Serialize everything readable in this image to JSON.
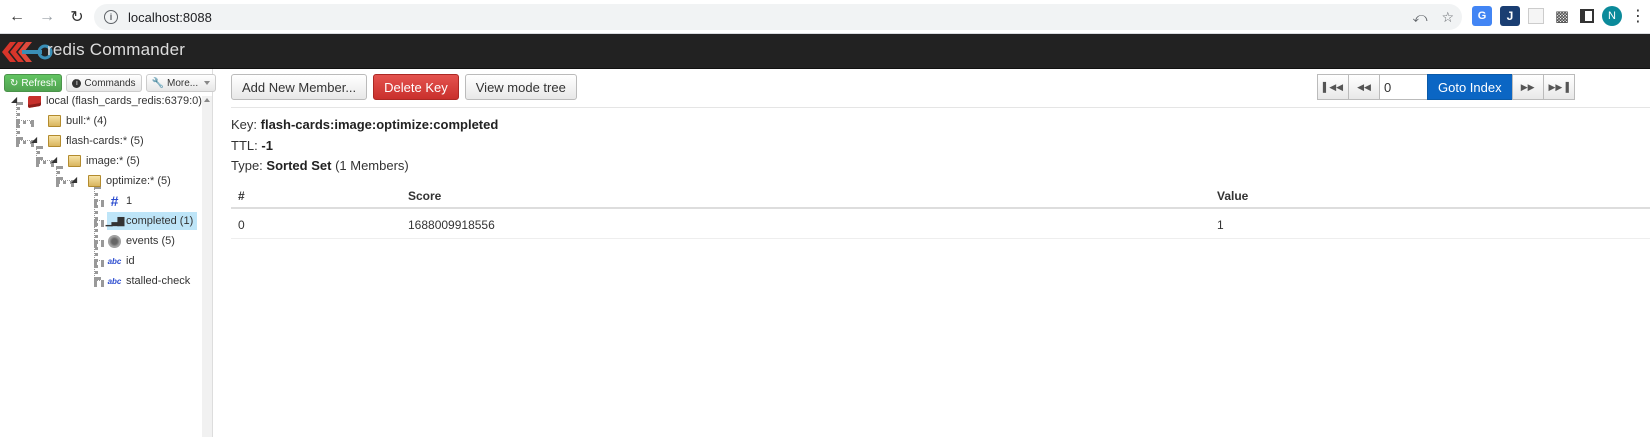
{
  "browser": {
    "url": "localhost:8088",
    "avatar_letter": "N"
  },
  "app": {
    "title": "redis Commander"
  },
  "sidebar": {
    "toolbar": {
      "refresh": "Refresh",
      "commands": "Commands",
      "more": "More..."
    },
    "tree": [
      {
        "label": "local (flash_cards_redis:6379:0)",
        "icon": "redis-db-icon",
        "level": 0
      },
      {
        "label": "bull:* (4)",
        "icon": "folder-icon",
        "level": 1
      },
      {
        "label": "flash-cards:* (5)",
        "icon": "folder-icon",
        "level": 1
      },
      {
        "label": "image:* (5)",
        "icon": "folder-icon",
        "level": 2
      },
      {
        "label": "optimize:* (5)",
        "icon": "folder-icon",
        "level": 3
      },
      {
        "label": "1",
        "icon": "hash-icon",
        "level": 4
      },
      {
        "label": "completed (1)",
        "icon": "zset-icon",
        "level": 4,
        "selected": true
      },
      {
        "label": "events (5)",
        "icon": "stream-icon",
        "level": 4
      },
      {
        "label": "id",
        "icon": "string-icon",
        "level": 4
      },
      {
        "label": "stalled-check",
        "icon": "string-icon",
        "level": 4
      }
    ]
  },
  "main": {
    "buttons": {
      "add_member": "Add New Member...",
      "delete_key": "Delete Key",
      "view_mode": "View mode tree"
    },
    "pager": {
      "index_value": "0",
      "goto": "Goto Index"
    },
    "key": {
      "label": "Key:",
      "value": "flash-cards:image:optimize:completed"
    },
    "ttl": {
      "label": "TTL:",
      "value": "-1"
    },
    "type": {
      "label": "Type:",
      "value": "Sorted Set",
      "suffix": "(1 Members)"
    },
    "table": {
      "headers": [
        "#",
        "Score",
        "Value"
      ],
      "rows": [
        [
          "0",
          "1688009918556",
          "1"
        ]
      ]
    }
  },
  "colors": {
    "navbar": "#222222",
    "danger": "#c9302c",
    "primary": "#0b66c4",
    "success": "#51a351",
    "selected": "#bee5f8"
  }
}
